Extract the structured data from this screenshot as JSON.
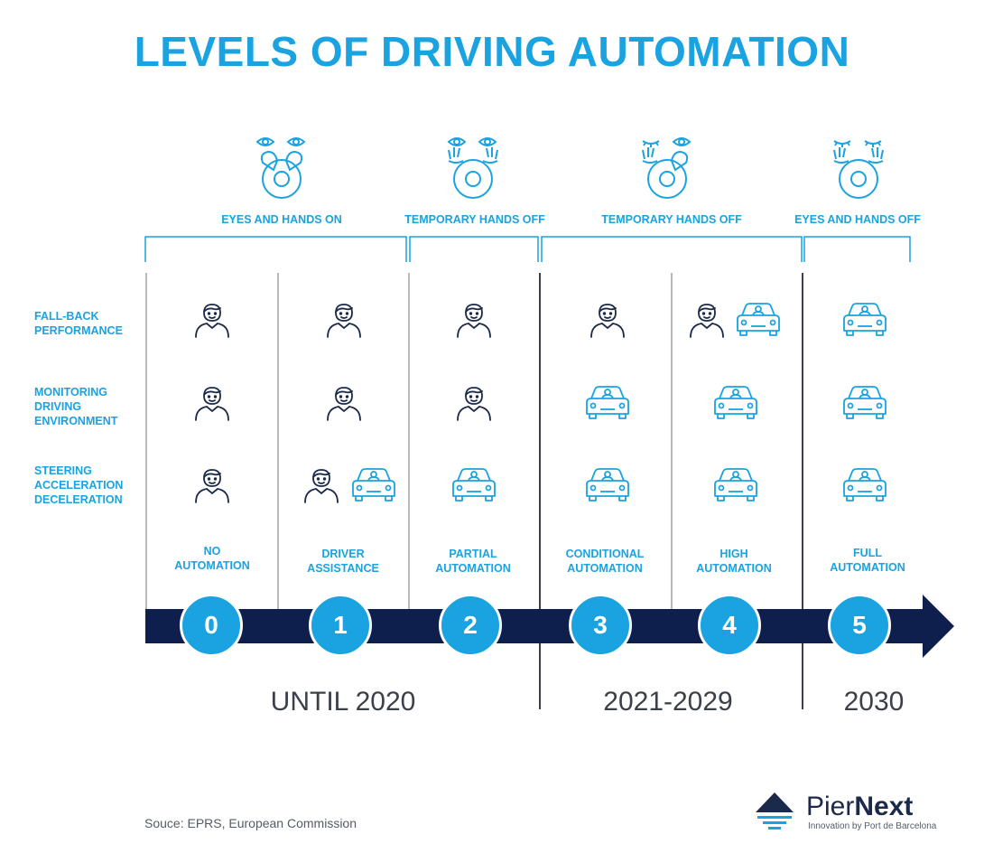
{
  "title": "LEVELS OF DRIVING AUTOMATION",
  "groups": [
    {
      "label": "EYES AND HANDS ON"
    },
    {
      "label": "TEMPORARY HANDS OFF"
    },
    {
      "label": "TEMPORARY HANDS OFF"
    },
    {
      "label": "EYES AND HANDS OFF"
    }
  ],
  "rows": [
    {
      "label": "FALL-BACK\nPERFORMANCE"
    },
    {
      "label": "MONITORING\nDRIVING\nENVIRONMENT"
    },
    {
      "label": "STEERING\nACCELERATION\nDECELERATION"
    }
  ],
  "levels": [
    {
      "number": "0",
      "label": "NO\nAUTOMATION"
    },
    {
      "number": "1",
      "label": "DRIVER\nASSISTANCE"
    },
    {
      "number": "2",
      "label": "PARTIAL\nAUTOMATION"
    },
    {
      "number": "3",
      "label": "CONDITIONAL\nAUTOMATION"
    },
    {
      "number": "4",
      "label": "HIGH\nAUTOMATION"
    },
    {
      "number": "5",
      "label": "FULL\nAUTOMATION"
    }
  ],
  "periods": [
    {
      "label": "UNTIL 2020"
    },
    {
      "label": "2021-2029"
    },
    {
      "label": "2030"
    }
  ],
  "icons": {
    "person": "person-icon",
    "car": "autonomous-car-icon",
    "eye_open": "eye-open-icon",
    "eye_closed": "eye-closed-icon",
    "hands_on_wheel": "hands-on-wheel-icon",
    "hands_off_wheel": "hands-off-wheel-icon",
    "logo": "piernext-logo-icon"
  },
  "colors": {
    "accent": "#1aa3e0",
    "navy": "#0f1f4d",
    "grid": "#8a8d94"
  },
  "source": "Souce: EPRS, European Commission",
  "logo": {
    "name_part1": "Pier",
    "name_part2": "Next",
    "tagline": "Innovation by Port de Barcelona"
  }
}
